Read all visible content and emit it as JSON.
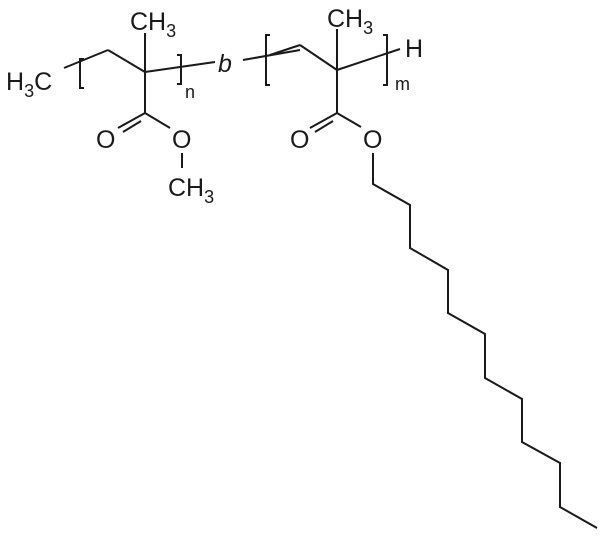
{
  "diagram": {
    "type": "chemical-structure",
    "description": "Block copolymer poly(methyl methacrylate)-b-poly(lauryl methacrylate)",
    "end_group_left": {
      "main": "H",
      "sub": "3",
      "tail": "C"
    },
    "end_group_right": "H",
    "block_separator": "b",
    "block1": {
      "repeat_subscript": "n",
      "methyl": {
        "main": "CH",
        "sub": "3"
      },
      "carbonyl_oxygen": "O",
      "ester_oxygen": "O",
      "ester_methyl": {
        "main": "CH",
        "sub": "3"
      }
    },
    "block2": {
      "repeat_subscript": "m",
      "methyl": {
        "main": "CH",
        "sub": "3"
      },
      "carbonyl_oxygen": "O",
      "ester_oxygen": "O",
      "alkyl_chain_carbons": 12
    },
    "colors": {
      "ink": "#1a1a1a",
      "background": "#ffffff"
    }
  }
}
